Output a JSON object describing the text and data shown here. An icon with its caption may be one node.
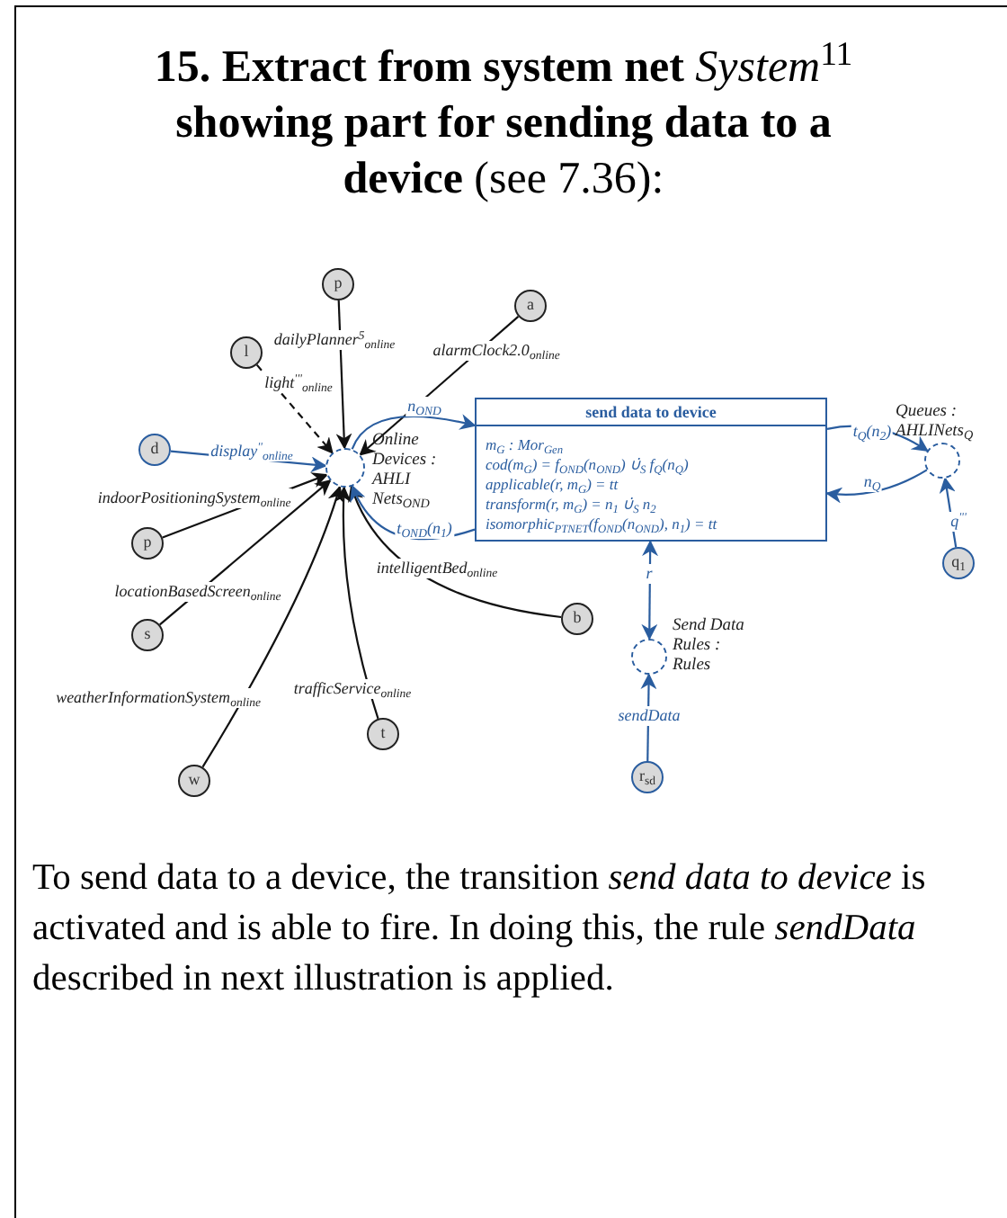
{
  "diagram": {
    "title": "**15. Extract from system net** *System*$^{11}$ **showing part for sending data to a device** (see 7.36):",
    "caption": "To send data to a device, the transition *send data to device* is activated and is able to fire. In doing this, the rule *sendData* described in next illustration is applied.",
    "nodes": [
      {
        "text": [
          "p"
        ]
      },
      {
        "text": [
          "l"
        ]
      },
      {
        "text": [
          "a"
        ]
      },
      {
        "text": [],
        "shape": "circle",
        "beside": [
          "Online Devices : AHLI Nets$_{OND}$"
        ]
      },
      {
        "text": [
          "d"
        ]
      },
      {
        "text": [
          "send data to device",
          "m$_{G}$ : Mor$_{Gen}$",
          "cod(m$_{G}$) = f$_{OND}$(n$_{OND}$) ∪̇$_{S}$ f$_{Q}$(n$_{Q}$)",
          "applicable(r, m$_{G}$) = tt",
          "transform(r, m$_{G}$) = n$_{1}$ ∪̇$_{S}$ n$_{2}$",
          "isomorphic$_{PTNET}$(f$_{OND}$(n$_{OND}$), n$_{1}$) = tt"
        ]
      },
      {
        "text": [],
        "shape": "circle",
        "beside": [
          "Queues : AHLINets$_{Q}$"
        ]
      },
      {
        "text": [
          "p"
        ]
      },
      {
        "text": [
          "q$_{1}$"
        ]
      },
      {
        "text": [
          "b"
        ]
      },
      {
        "text": [
          "s"
        ]
      },
      {
        "text": [],
        "shape": "circle",
        "beside": [
          "Send Data Rules : Rules"
        ]
      },
      {
        "text": [
          "t"
        ]
      },
      {
        "text": [
          "r$_{sd}$"
        ]
      },
      {
        "text": [
          "w"
        ]
      }
    ],
    "edges": [
      {
        "from": 0,
        "to": 3,
        "arrow": "to",
        "label": "dailyPlanner$^{5}$$_{online}$"
      },
      {
        "from": 1,
        "to": 3,
        "arrow": "to",
        "label": "light$^{'''}$$_{online}$",
        "style": "dashed"
      },
      {
        "from": 2,
        "to": 3,
        "arrow": "to",
        "label": "alarmClock2.0$_{online}$"
      },
      {
        "from": 4,
        "to": 3,
        "arrow": "to",
        "label": "display$^{''}$$_{online}$",
        "color": "#2a5d9f"
      },
      {
        "from": 7,
        "to": 3,
        "arrow": "to",
        "label": "indoorPositioningSystem$_{online}$"
      },
      {
        "from": 10,
        "to": 3,
        "arrow": "to",
        "label": "locationBasedScreen$_{online}$"
      },
      {
        "from": 14,
        "to": 3,
        "arrow": "to",
        "label": "weatherInformationSystem$_{online}$"
      },
      {
        "from": 12,
        "to": 3,
        "arrow": "to",
        "label": "trafficService$_{online}$"
      },
      {
        "from": 9,
        "to": 3,
        "arrow": "to",
        "label": "intelligentBed$_{online}$"
      },
      {
        "from": 3,
        "to": 5,
        "arrow": "to",
        "label": "n$_{OND}$",
        "color": "#2a5d9f"
      },
      {
        "from": 5,
        "to": 3,
        "arrow": "to",
        "label": "t$_{OND}$(n$_{1}$)",
        "color": "#2a5d9f"
      },
      {
        "from": 5,
        "to": 6,
        "arrow": "to",
        "label": "t$_{Q}$(n$_{2}$)",
        "color": "#2a5d9f"
      },
      {
        "from": 6,
        "to": 5,
        "arrow": "to",
        "label": "n$_{Q}$",
        "color": "#2a5d9f"
      },
      {
        "from": 8,
        "to": 6,
        "arrow": "to",
        "label": "q$^{'''}$",
        "color": "#2a5d9f"
      },
      {
        "from": 5,
        "to": 11,
        "arrow": "both",
        "label": "r",
        "color": "#2a5d9f"
      },
      {
        "from": 13,
        "to": 11,
        "arrow": "to",
        "label": "sendData",
        "color": "#2a5d9f"
      }
    ]
  }
}
